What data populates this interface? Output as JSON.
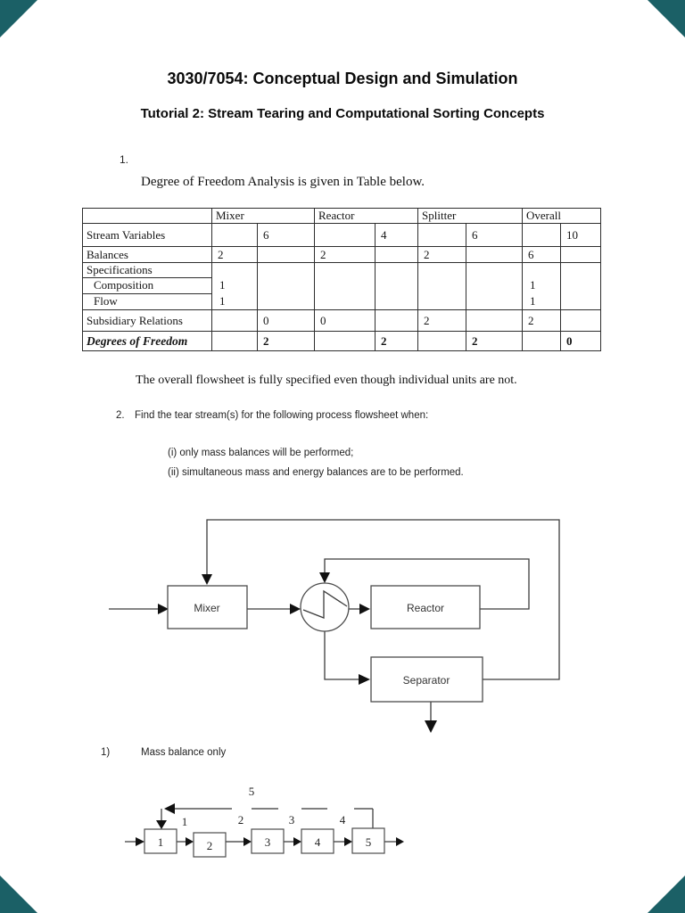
{
  "page": {
    "corner_color": "#1b6066"
  },
  "header": {
    "title": "3030/7054: Conceptual Design and Simulation",
    "subtitle": "Tutorial 2: Stream Tearing and Computational Sorting Concepts"
  },
  "section1": {
    "number": "1.",
    "intro": "Degree of Freedom Analysis is given in Table below.",
    "note": "The overall flowsheet is fully specified even though individual units are not."
  },
  "dof_table": {
    "col_headers": [
      "Mixer",
      "Reactor",
      "Splitter",
      "Overall"
    ],
    "stream_variables": {
      "label": "Stream Variables",
      "v": [
        "",
        "6",
        "",
        "4",
        "",
        "6",
        "",
        "10"
      ]
    },
    "balances": {
      "label": "Balances",
      "v": [
        "2",
        "",
        "2",
        "",
        "2",
        "",
        "6",
        ""
      ]
    },
    "specifications": {
      "label": "Specifications"
    },
    "composition": {
      "label": "Composition"
    },
    "flow": {
      "label": "Flow"
    },
    "spec_values": {
      "mixer_line1": "1",
      "mixer_line2": "1",
      "overall_line1": "1",
      "overall_line2": "1"
    },
    "subsidiary": {
      "label": "Subsidiary Relations",
      "v": [
        "",
        "0",
        "0",
        "",
        "2",
        "",
        "2",
        ""
      ]
    },
    "dof": {
      "label": "Degrees of Freedom",
      "v": [
        "",
        "2",
        "",
        "2",
        "",
        "2",
        "",
        "0"
      ]
    }
  },
  "section2": {
    "number": "2.",
    "text": "Find the tear stream(s) for the following process flowsheet when:",
    "item_i": "(i) only mass balances will be performed;",
    "item_ii": "(ii) simultaneous mass and energy balances are to be performed."
  },
  "flowsheet": {
    "mixer": "Mixer",
    "reactor": "Reactor",
    "separator": "Separator"
  },
  "part1": {
    "number": "1)",
    "heading": "Mass balance only",
    "units": [
      "1",
      "2",
      "3",
      "4",
      "5"
    ],
    "streams": [
      "1",
      "2",
      "3",
      "4",
      "5"
    ]
  }
}
